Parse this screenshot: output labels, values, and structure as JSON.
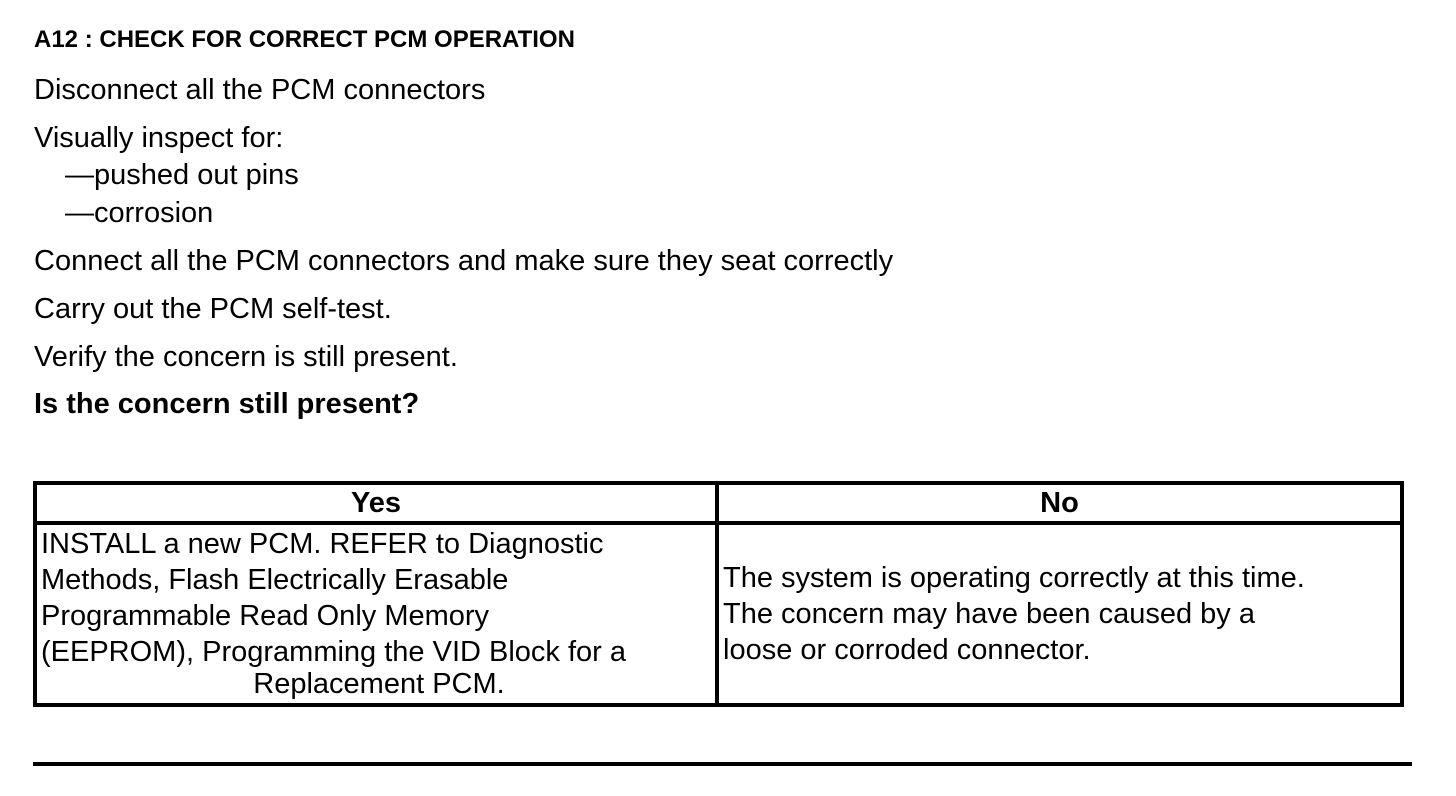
{
  "heading": "A12 : CHECK FOR CORRECT PCM OPERATION",
  "steps": {
    "disconnect": "Disconnect all the PCM connectors",
    "inspect": "Visually inspect for:",
    "inspect_items": [
      "—pushed out pins",
      "—corrosion"
    ],
    "connect": "Connect all the PCM connectors and make sure they seat correctly",
    "selftest": "Carry out the PCM self-test.",
    "verify": "Verify the concern is still present.",
    "question": "Is the concern still present?"
  },
  "table": {
    "headers": [
      "Yes",
      "No"
    ],
    "yes_lines": [
      "INSTALL a new PCM. REFER to Diagnostic",
      "Methods, Flash Electrically Erasable",
      "Programmable Read Only Memory",
      "(EEPROM), Programming the VID Block for a",
      "Replacement PCM."
    ],
    "no_lines": [
      "The system is operating correctly at this time.",
      "The concern may have been caused by a",
      "loose or corroded connector."
    ]
  }
}
